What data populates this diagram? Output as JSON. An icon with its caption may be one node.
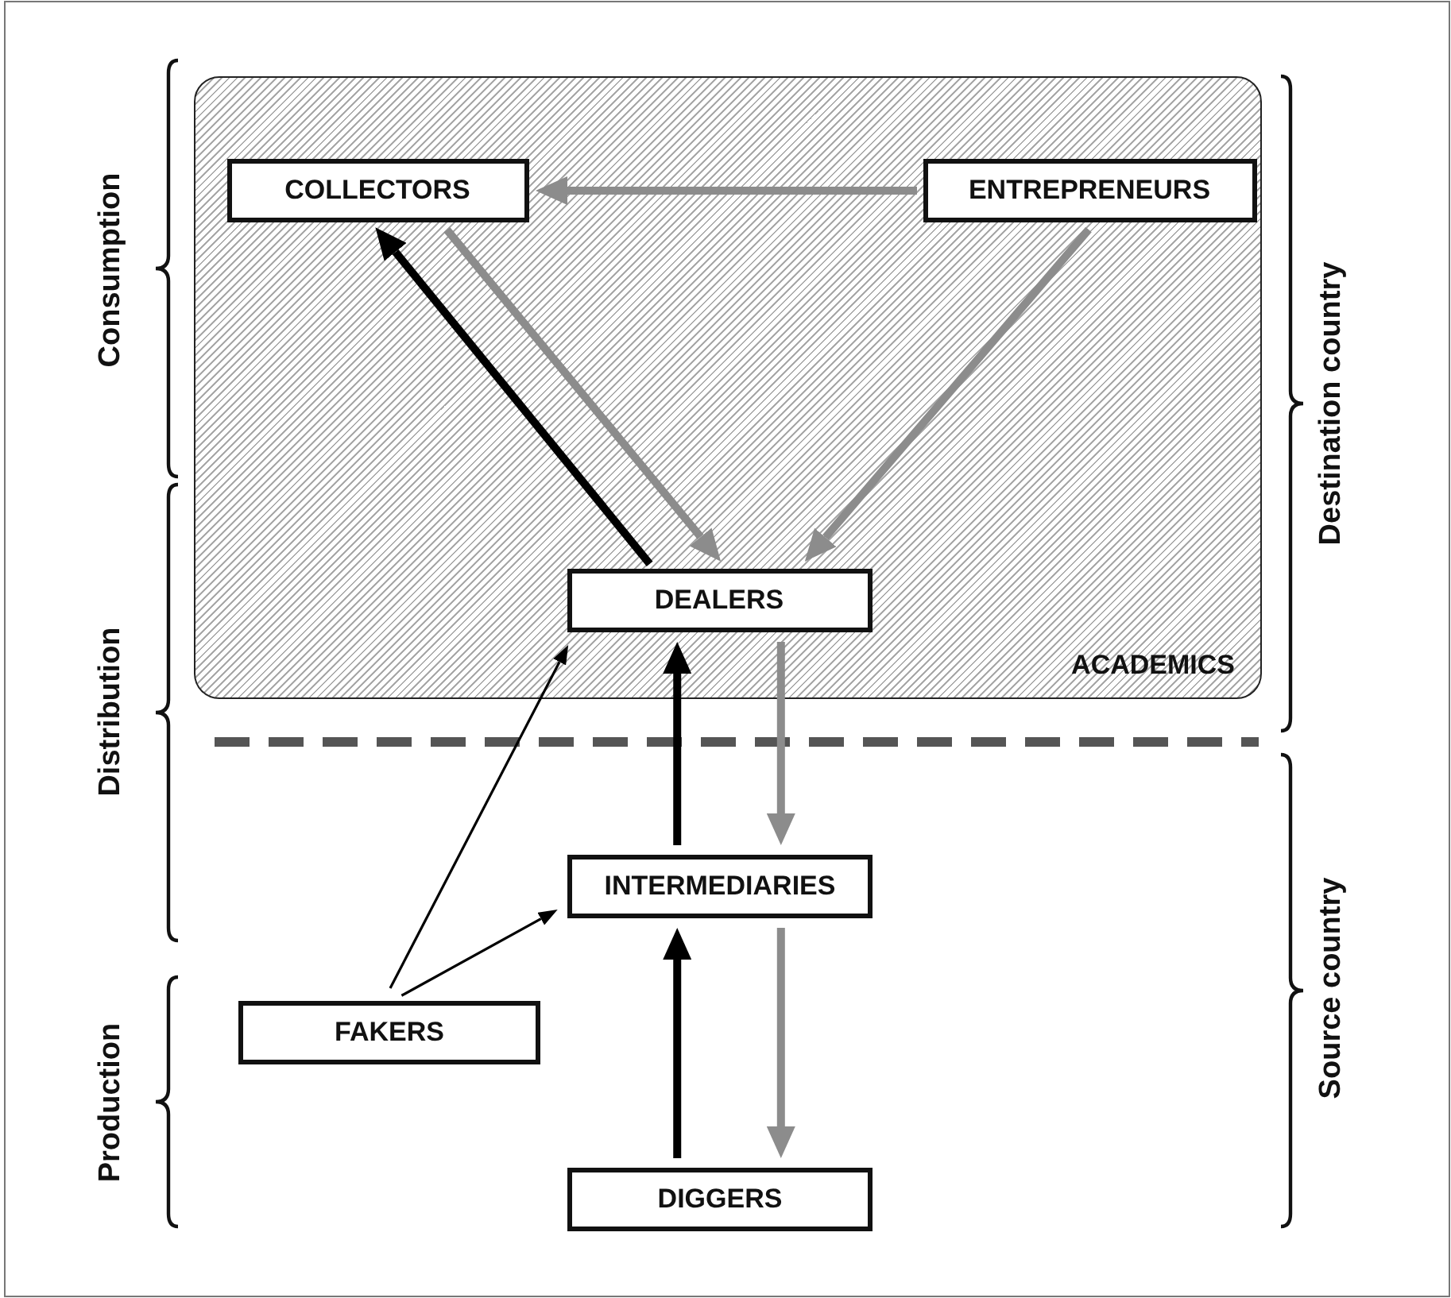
{
  "diagram": {
    "nodes": [
      {
        "text": [
          "ACADEMICS"
        ]
      },
      {
        "text": [
          "COLLECTORS"
        ],
        "in": 0
      },
      {
        "text": [
          "ENTREPRENEURS"
        ],
        "in": 0
      },
      {
        "text": [
          "DEALERS"
        ],
        "in": 0
      },
      {
        "text": [
          "INTERMEDIARIES"
        ]
      },
      {
        "text": [
          "FAKERS"
        ]
      },
      {
        "text": [
          "DIGGERS"
        ]
      }
    ],
    "edges": [
      {
        "from": 2,
        "to": 1,
        "arrow": "to"
      },
      {
        "from": 1,
        "to": 3,
        "arrow": "to"
      },
      {
        "from": 2,
        "to": 3,
        "arrow": "to"
      },
      {
        "from": 3,
        "to": 1,
        "arrow": "to",
        "color": "#000000"
      },
      {
        "from": 4,
        "to": 3,
        "arrow": "to",
        "color": "#000000"
      },
      {
        "from": 3,
        "to": 4,
        "arrow": "to"
      },
      {
        "from": 6,
        "to": 4,
        "arrow": "to",
        "color": "#000000"
      },
      {
        "from": 4,
        "to": 6,
        "arrow": "to"
      },
      {
        "from": 5,
        "to": 3,
        "arrow": "to",
        "color": "#000000"
      },
      {
        "from": 5,
        "to": 4,
        "arrow": "to",
        "color": "#000000"
      }
    ],
    "labels": [
      "Consumption",
      "Distribution",
      "Production",
      "Destination country",
      "Source country"
    ]
  }
}
